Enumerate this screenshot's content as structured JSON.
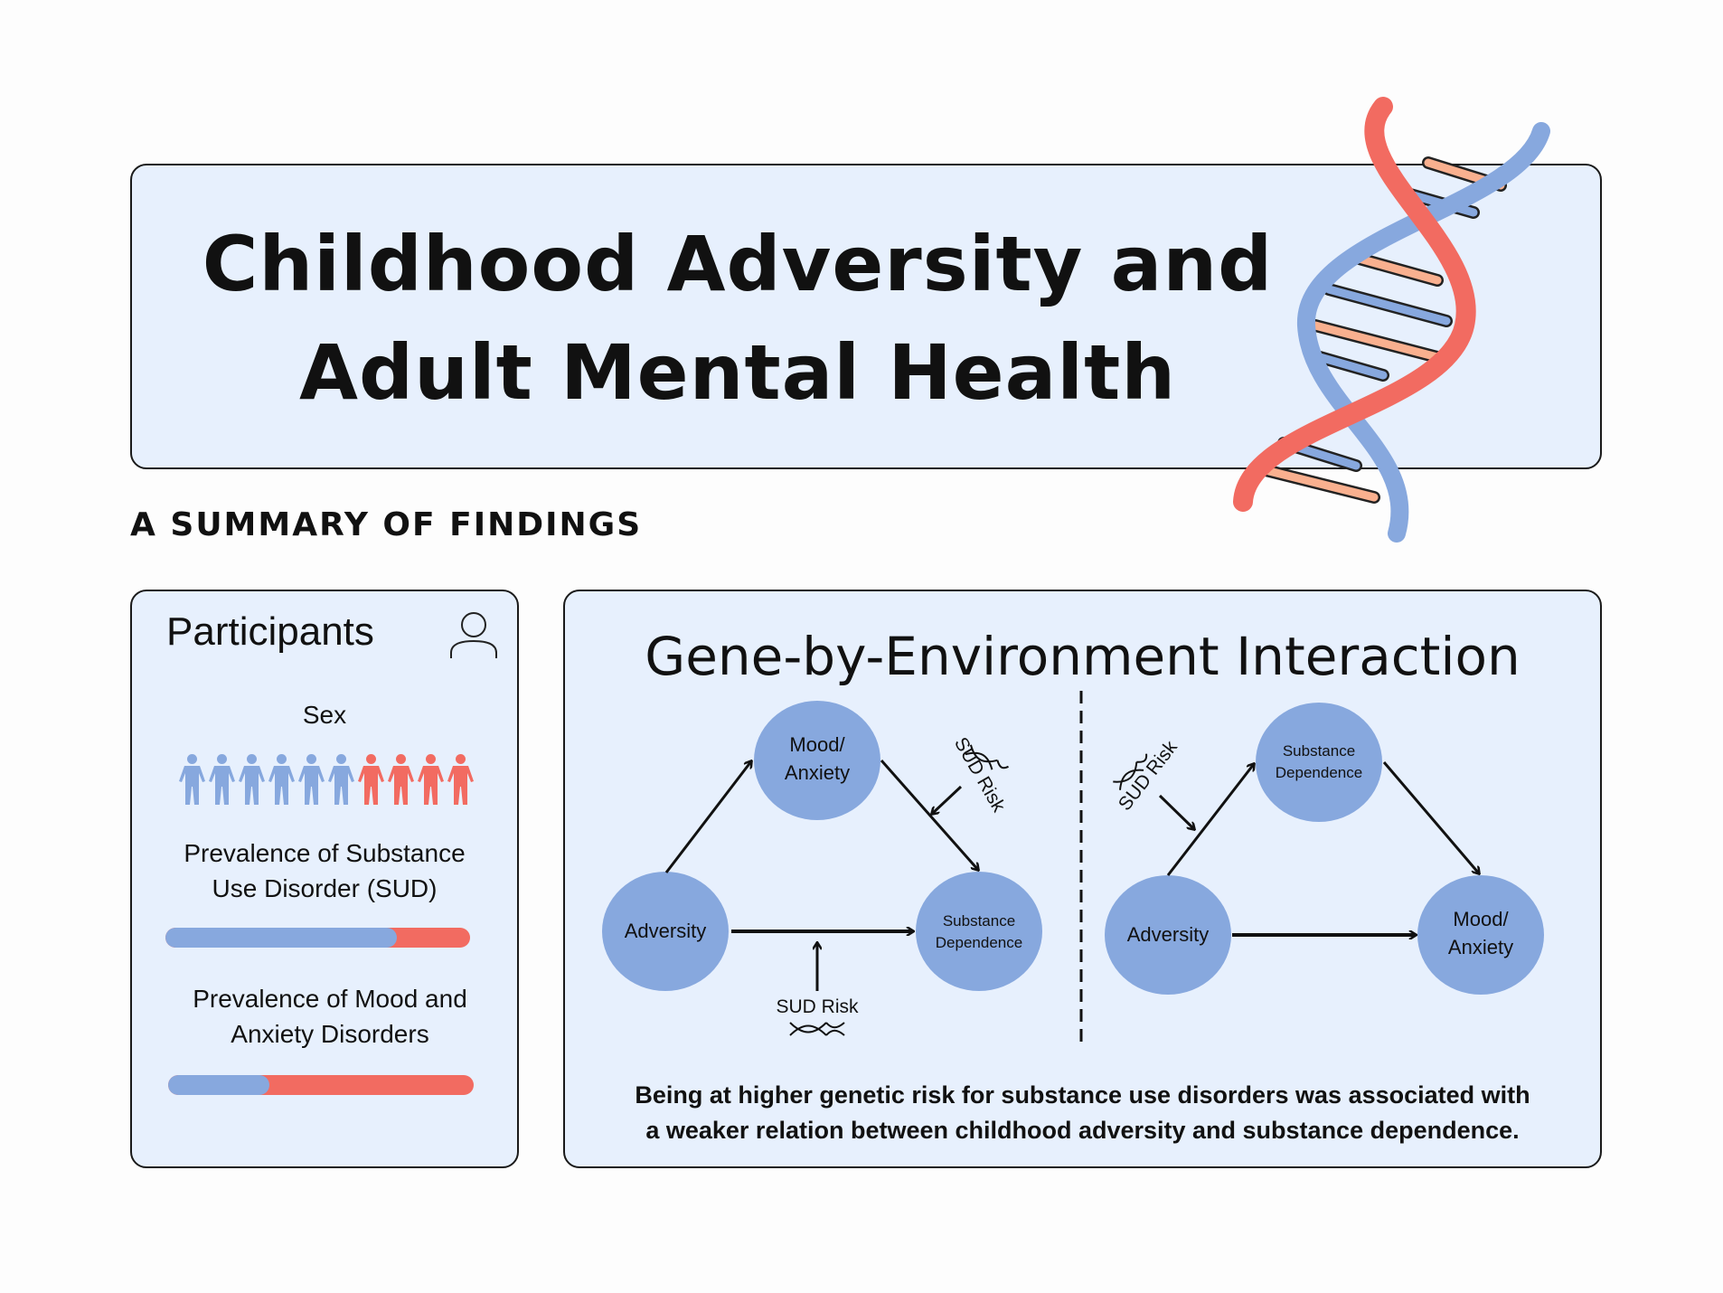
{
  "header": {
    "title_line1": "Childhood Adversity and",
    "title_line2": "Adult Mental Health"
  },
  "section_label": "A SUMMARY OF FINDINGS",
  "participants": {
    "title": "Participants",
    "sex_label": "Sex",
    "sex_figures": {
      "blue": 6,
      "red": 4
    },
    "sud_label_line1": "Prevalence of Substance",
    "sud_label_line2": "Use Disorder (SUD)",
    "sud_bar_blue_fraction": 0.76,
    "mood_label_line1": "Prevalence of Mood and",
    "mood_label_line2": "Anxiety Disorders",
    "mood_bar_blue_fraction": 0.33
  },
  "gxe": {
    "title": "Gene-by-Environment Interaction",
    "left": {
      "top_line1": "Mood/",
      "top_line2": "Anxiety",
      "left_node": "Adversity",
      "right_line1": "Substance",
      "right_line2": "Dependence",
      "moderator_diag": "SUD Risk",
      "moderator_bottom": "SUD Risk"
    },
    "right": {
      "top_line1": "Substance",
      "top_line2": "Dependence",
      "left_node": "Adversity",
      "right_line1": "Mood/",
      "right_line2": "Anxiety",
      "moderator_diag": "SUD Risk"
    },
    "finding_line1": "Being at higher genetic risk for substance use disorders was associated with",
    "finding_line2": "a weaker relation between childhood adversity and substance dependence."
  },
  "colors": {
    "blue": "#87a8de",
    "red": "#f26b61",
    "panel": "#e7f0fd",
    "peach": "#f9b08f"
  }
}
